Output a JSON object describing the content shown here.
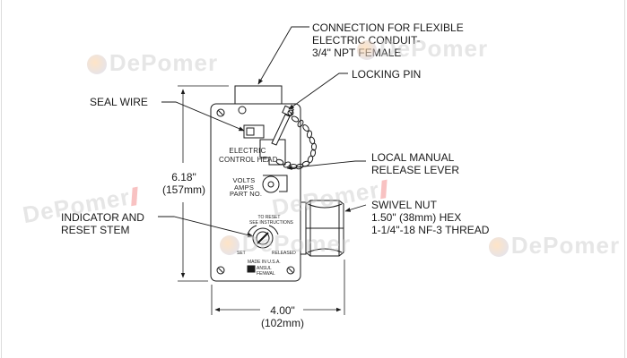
{
  "colors": {
    "line": "#1a1a1a",
    "watermark": "#c8c8c8",
    "watermark_accent": "#f07878"
  },
  "callouts": {
    "conduit": "CONNECTION FOR FLEXIBLE\nELECTRIC CONDUIT-\n3/4\" NPT FEMALE",
    "locking_pin": "LOCKING PIN",
    "seal_wire": "SEAL WIRE",
    "local_manual": "LOCAL MANUAL\nRELEASE LEVER",
    "swivel_nut": "SWIVEL NUT\n1.50\" (38mm) HEX\n1-1/4\"-18 NF-3 THREAD",
    "indicator": "INDICATOR AND\nRESET STEM"
  },
  "dimensions": {
    "height": "6.18\"\n(157mm)",
    "width": "4.00\"\n(102mm)"
  },
  "device": {
    "title": "ELECTRIC\nCONTROL HEAD",
    "volts_amps": "VOLTS\nAMPS",
    "part_no": "PART NO.",
    "to_reset": "TO RESET\nSEE INSTRUCTIONS",
    "set": "SET",
    "released": "RELEASED",
    "made_in": "MADE IN U.S.A.",
    "maker": "ANSUL\nFENWAL"
  },
  "watermark": {
    "text": "DePomer"
  }
}
